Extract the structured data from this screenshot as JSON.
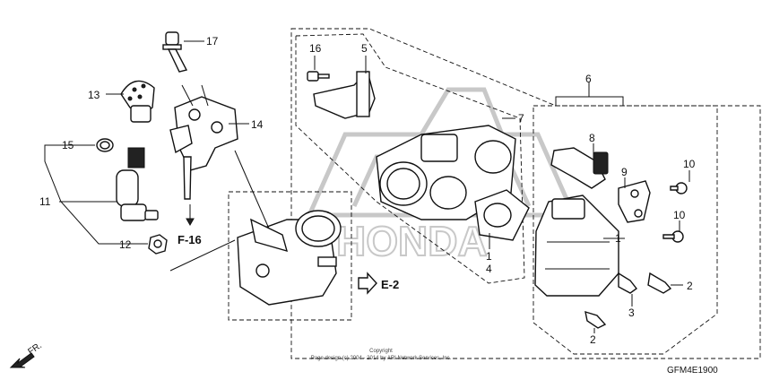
{
  "callouts": {
    "c1a": "1",
    "c1b": "1",
    "c2a": "2",
    "c2b": "2",
    "c3": "3",
    "c4": "4",
    "c5": "5",
    "c6": "6",
    "c7": "7",
    "c8": "8",
    "c9": "9",
    "c10a": "10",
    "c10b": "10",
    "c11": "11",
    "c12": "12",
    "c13": "13",
    "c14": "14",
    "c15": "15",
    "c16": "16",
    "c17": "17"
  },
  "refs": {
    "f16": "F-16",
    "e2": "E-2",
    "fr": "FR."
  },
  "footer": {
    "copyright_title": "Copyright",
    "copyright_line": "Page design (c) 2004 - 2014 by ARI Network Services, Inc."
  },
  "diagram_code": "GFM4E1900",
  "watermark": {
    "brand": "HONDA"
  }
}
